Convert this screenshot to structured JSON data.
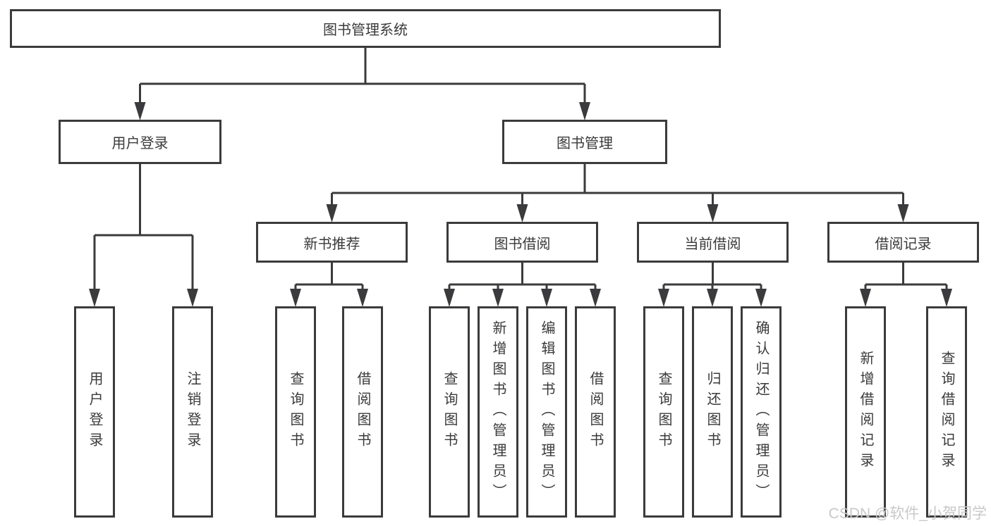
{
  "diagram": {
    "root": {
      "id": "system",
      "label": "图书管理系统",
      "children": [
        {
          "id": "user-login",
          "label": "用户登录",
          "children": [
            {
              "id": "login",
              "label": "用户登录"
            },
            {
              "id": "logout",
              "label": "注销登录"
            }
          ]
        },
        {
          "id": "book-mgmt",
          "label": "图书管理",
          "children": [
            {
              "id": "new-books",
              "label": "新书推荐",
              "children": [
                {
                  "id": "nb-query",
                  "label": "查询图书"
                },
                {
                  "id": "nb-borrow",
                  "label": "借阅图书"
                }
              ]
            },
            {
              "id": "book-borrow",
              "label": "图书借阅",
              "children": [
                {
                  "id": "bb-query",
                  "label": "查询图书"
                },
                {
                  "id": "bb-add",
                  "label": "新增图书（管理员）"
                },
                {
                  "id": "bb-edit",
                  "label": "编辑图书（管理员）"
                },
                {
                  "id": "bb-borrow",
                  "label": "借阅图书"
                }
              ]
            },
            {
              "id": "current-borrow",
              "label": "当前借阅",
              "children": [
                {
                  "id": "cb-query",
                  "label": "查询图书"
                },
                {
                  "id": "cb-return",
                  "label": "归还图书"
                },
                {
                  "id": "cb-confirm",
                  "label": "确认归还（管理员）"
                }
              ]
            },
            {
              "id": "borrow-records",
              "label": "借阅记录",
              "children": [
                {
                  "id": "br-add",
                  "label": "新增借阅记录"
                },
                {
                  "id": "br-query",
                  "label": "查询借阅记录"
                }
              ]
            }
          ]
        }
      ]
    }
  },
  "watermark": {
    "text": "CSDN @软件_小贺同学",
    "color": "#c8c8c8"
  },
  "colors": {
    "line": "#3b3b3d",
    "box_border": "#3b3b3d",
    "text": "#3a3a3a",
    "background": "#ffffff"
  }
}
